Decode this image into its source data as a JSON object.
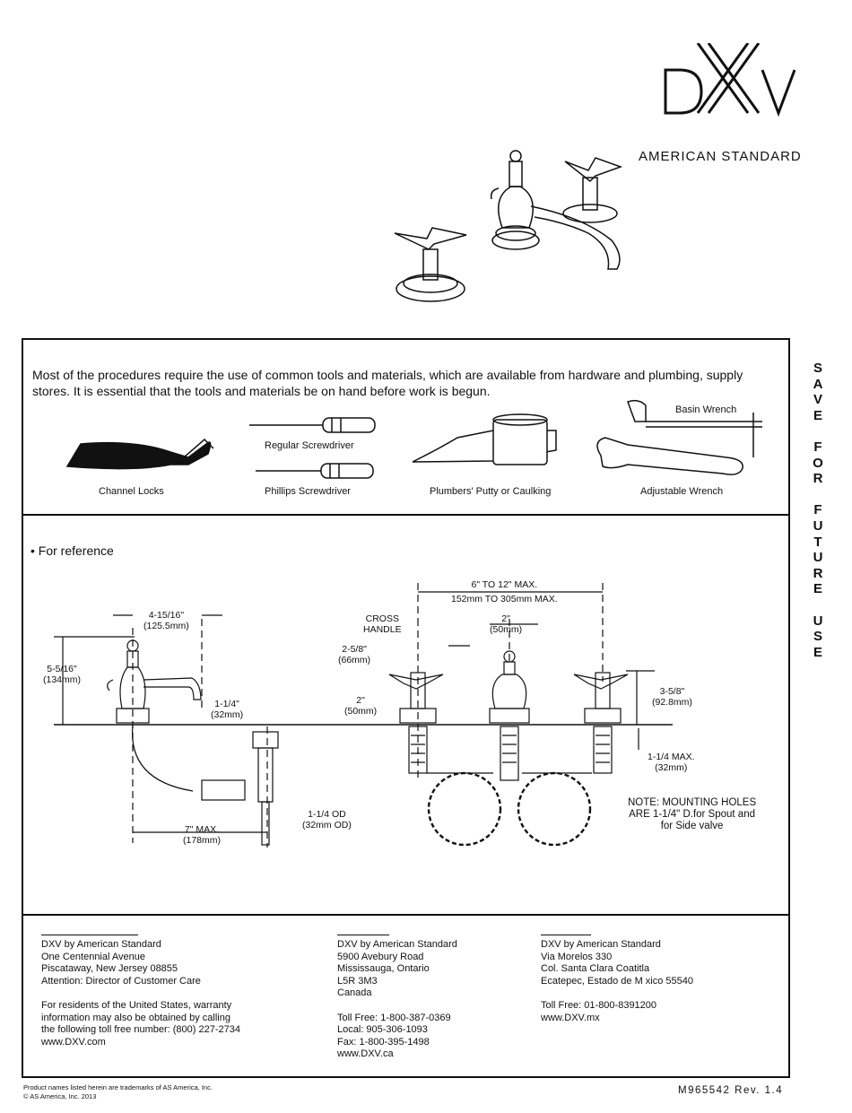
{
  "header": {
    "logo_text": "DXV",
    "brand": "AMERICAN STANDARD"
  },
  "side_banner": [
    "S",
    "A",
    "V",
    "E",
    "",
    "F",
    "O",
    "R",
    "",
    "F",
    "U",
    "T",
    "U",
    "R",
    "E",
    "",
    "U",
    "S",
    "E"
  ],
  "tools": {
    "intro": "Most of the procedures require the use of common tools and materials, which are available from hardware and plumbing, supply stores. It is essential that the tools and materials be on hand before work is begun.",
    "items": {
      "channel_locks": "Channel Locks",
      "regular_screwdriver": "Regular Screwdriver",
      "phillips_screwdriver": "Phillips Screwdriver",
      "putty": "Plumbers' Putty or Caulking",
      "basin_wrench": "Basin Wrench",
      "adjustable_wrench": "Adjustable Wrench"
    }
  },
  "reference": {
    "title": "• For reference",
    "dims": {
      "d1": "4-15/16\"",
      "d1m": "(125.5mm)",
      "d2": "5-5/16\"",
      "d2m": "(134mm)",
      "d3": "1-1/4\"",
      "d3m": "(32mm)",
      "d4": "7\" MAX.",
      "d4m": "(178mm)",
      "d5": "1-1/4   OD",
      "d5m": "(32mm OD)",
      "d6": "CROSS",
      "d6b": "HANDLE",
      "d7": "2-5/8\"",
      "d7m": "(66mm)",
      "d8": "2\"",
      "d8m": "(50mm)",
      "d9": "6\" TO 12\" MAX.",
      "d9m": "152mm TO 305mm MAX.",
      "d10": "2\"",
      "d10m": "(50mm)",
      "d11": "3-5/8\"",
      "d11m": "(92.8mm)",
      "d12": "1-1/4   MAX.",
      "d12m": "(32mm)"
    },
    "note": [
      "NOTE: MOUNTING HOLES",
      "ARE 1-1/4\" D.for Spout and",
      "for Side valve"
    ]
  },
  "addresses": [
    {
      "lines": [
        "DXV by American Standard",
        "One Centennial Avenue",
        "Piscataway, New Jersey 08855",
        "Attention: Director of Customer Care"
      ],
      "extra": [
        "For residents of the United States, warranty",
        "information may also be obtained by calling",
        "the following toll free number: (800) 227-2734",
        "www.DXV.com"
      ]
    },
    {
      "lines": [
        "DXV by American Standard",
        "5900 Avebury Road",
        "Mississauga, Ontario",
        "L5R 3M3",
        "Canada"
      ],
      "extra": [
        "Toll Free: 1-800-387-0369",
        "Local: 905-306-1093",
        "Fax: 1-800-395-1498",
        "www.DXV.ca"
      ]
    },
    {
      "lines": [
        "DXV by American Standard",
        "Via Morelos 330",
        "Col. Santa Clara Coatitla",
        "Ecatepec, Estado de M  xico 55540"
      ],
      "extra": [
        "Toll Free: 01-800-8391200",
        "www.DXV.mx"
      ]
    }
  ],
  "footer": {
    "trademark": "Product names listed herein are trademarks of AS America, Inc.",
    "copyright": "© AS America, Inc. 2013",
    "doc_number": "M965542 Rev. 1.4"
  }
}
